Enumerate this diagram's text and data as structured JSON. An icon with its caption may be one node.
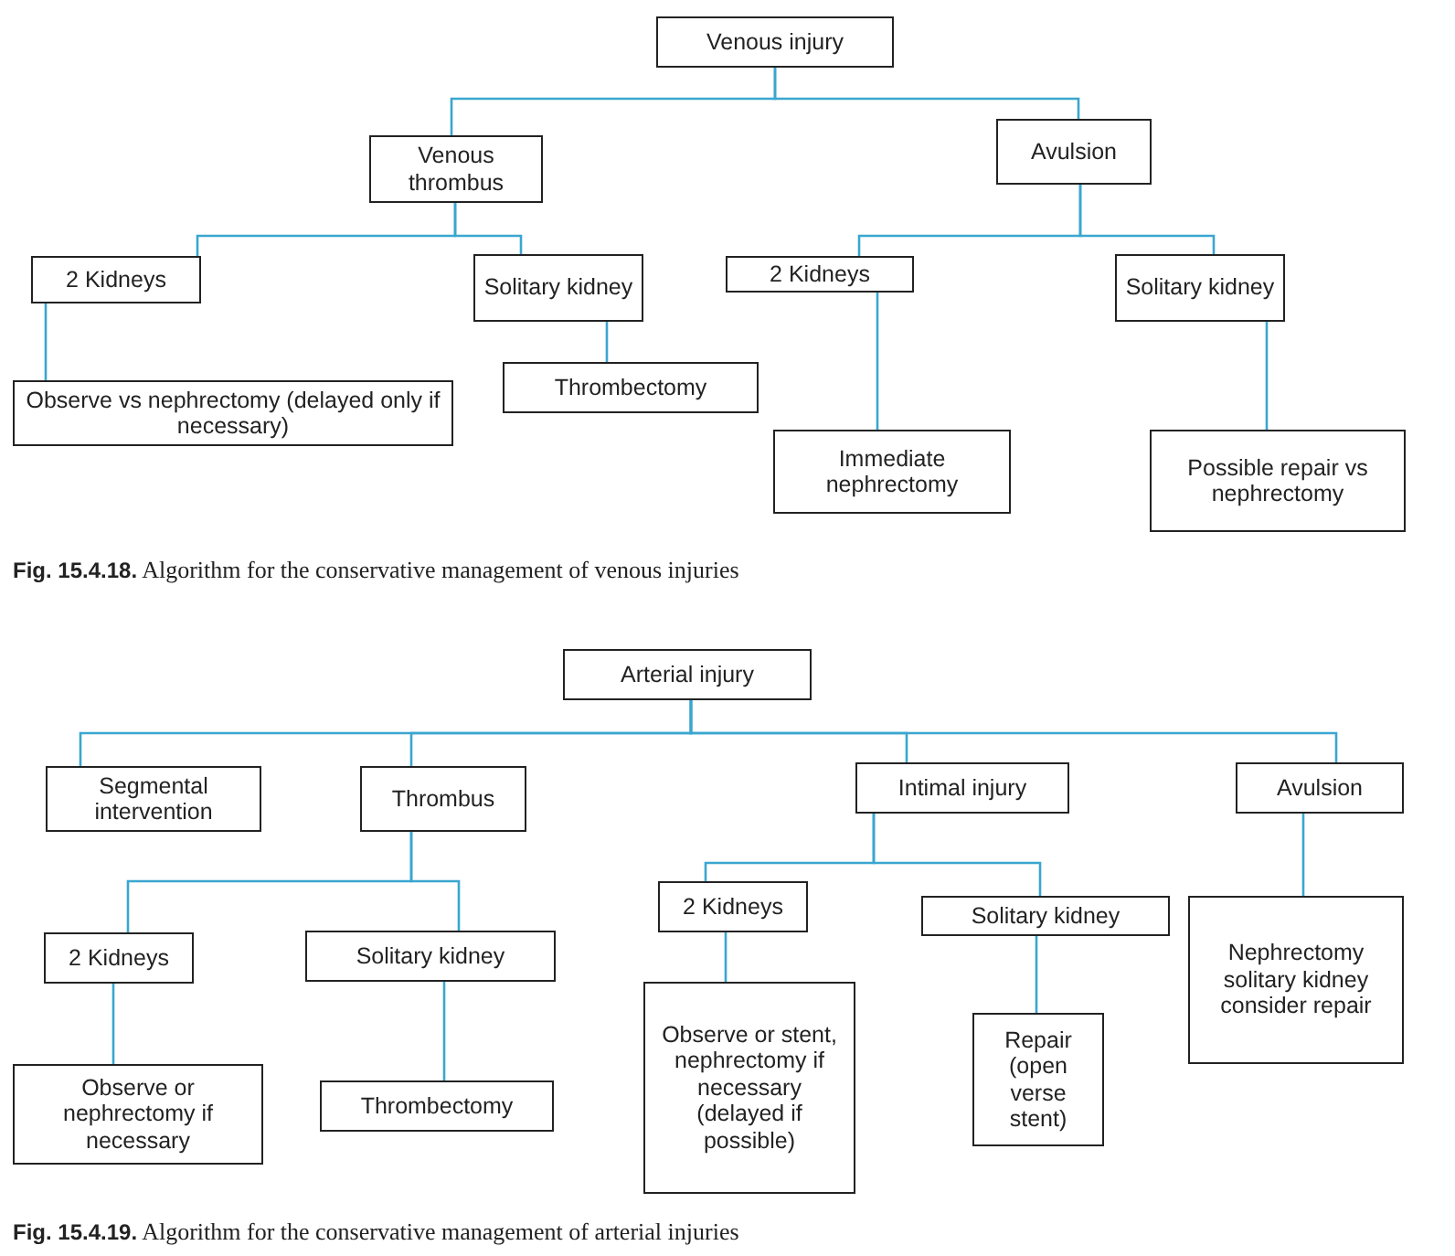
{
  "diagram": {
    "nodes": [
      {
        "text": [
          "Venous injury"
        ]
      },
      {
        "text": [
          "Venous thrombus"
        ]
      },
      {
        "text": [
          "Avulsion"
        ]
      },
      {
        "text": [
          "2 Kidneys"
        ]
      },
      {
        "text": [
          "Solitary kidney"
        ]
      },
      {
        "text": [
          "2 Kidneys"
        ]
      },
      {
        "text": [
          "Solitary kidney"
        ]
      },
      {
        "text": [
          "Observe vs nephrectomy (delayed only if necessary)"
        ]
      },
      {
        "text": [
          "Thrombectomy"
        ]
      },
      {
        "text": [
          "Immediate nephrectomy"
        ]
      },
      {
        "text": [
          "Possible repair vs nephrectomy"
        ]
      },
      {
        "text": [
          "Arterial injury"
        ]
      },
      {
        "text": [
          "Segmental intervention"
        ]
      },
      {
        "text": [
          "Thrombus"
        ]
      },
      {
        "text": [
          "Intimal injury"
        ]
      },
      {
        "text": [
          "Avulsion"
        ]
      },
      {
        "text": [
          "2 Kidneys"
        ]
      },
      {
        "text": [
          "Solitary kidney"
        ]
      },
      {
        "text": [
          "Observe or nephrectomy if necessary"
        ]
      },
      {
        "text": [
          "Thrombectomy"
        ]
      },
      {
        "text": [
          "2 Kidneys"
        ]
      },
      {
        "text": [
          "Solitary kidney"
        ]
      },
      {
        "text": [
          "Observe or stent, nephrectomy if necessary (delayed if possible)"
        ]
      },
      {
        "text": [
          "Repair (open verse stent)"
        ]
      },
      {
        "text": [
          "Nephrectomy solitary kidney consider repair"
        ]
      }
    ],
    "edges": [
      {
        "from": 0,
        "to": 1,
        "arrow": "none"
      },
      {
        "from": 0,
        "to": 2,
        "arrow": "none"
      },
      {
        "from": 1,
        "to": 3,
        "arrow": "none"
      },
      {
        "from": 1,
        "to": 4,
        "arrow": "none"
      },
      {
        "from": 2,
        "to": 5,
        "arrow": "none"
      },
      {
        "from": 2,
        "to": 6,
        "arrow": "none"
      },
      {
        "from": 3,
        "to": 7,
        "arrow": "none"
      },
      {
        "from": 4,
        "to": 8,
        "arrow": "none"
      },
      {
        "from": 5,
        "to": 9,
        "arrow": "none"
      },
      {
        "from": 6,
        "to": 10,
        "arrow": "none"
      },
      {
        "from": 11,
        "to": 12,
        "arrow": "none"
      },
      {
        "from": 11,
        "to": 13,
        "arrow": "none"
      },
      {
        "from": 11,
        "to": 14,
        "arrow": "none"
      },
      {
        "from": 11,
        "to": 15,
        "arrow": "none"
      },
      {
        "from": 13,
        "to": 16,
        "arrow": "none"
      },
      {
        "from": 13,
        "to": 17,
        "arrow": "none"
      },
      {
        "from": 14,
        "to": 20,
        "arrow": "none"
      },
      {
        "from": 14,
        "to": 21,
        "arrow": "none"
      },
      {
        "from": 16,
        "to": 18,
        "arrow": "none"
      },
      {
        "from": 17,
        "to": 19,
        "arrow": "none"
      },
      {
        "from": 20,
        "to": 22,
        "arrow": "none"
      },
      {
        "from": 21,
        "to": 23,
        "arrow": "none"
      },
      {
        "from": 15,
        "to": 24,
        "arrow": "none"
      }
    ],
    "labels": [
      "**Fig. 15.4.18.** Algorithm for the conservative management of venous injuries",
      "**Fig. 15.4.19.** Algorithm for the conservative management of arterial injuries"
    ]
  }
}
